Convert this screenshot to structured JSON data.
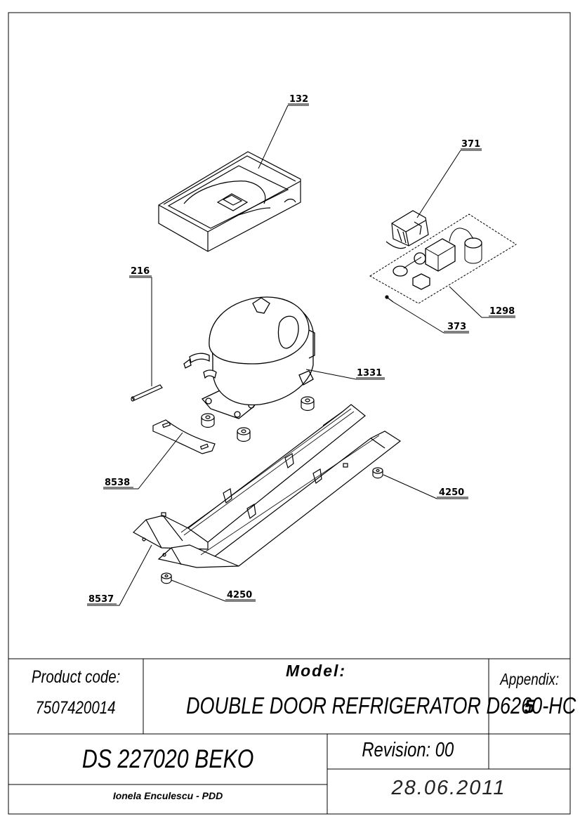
{
  "drawing": {
    "parts": [
      {
        "label": "132",
        "name": "tray-part"
      },
      {
        "label": "371",
        "name": "relay-cover-part"
      },
      {
        "label": "1298",
        "name": "relay-kit-part"
      },
      {
        "label": "373",
        "name": "screw-part"
      },
      {
        "label": "216",
        "name": "tube-part"
      },
      {
        "label": "1331",
        "name": "compressor-part"
      },
      {
        "label": "8538",
        "name": "bracket-part"
      },
      {
        "label": "4250",
        "name": "rubber-grommet-part"
      },
      {
        "label": "8537",
        "name": "base-rail-part"
      },
      {
        "label": "4250",
        "name": "rubber-grommet-part-2"
      }
    ]
  },
  "title_block": {
    "product_code_label": "Product code:",
    "product_code_value": "7507420014",
    "model_label": "Model:",
    "model_value": "DOUBLE DOOR REFRIGERATOR D6260-HC",
    "appendix_label": "Appendix:",
    "appendix_value": "5",
    "ds_number": "DS 227020 BEKO",
    "revision": "Revision: 00",
    "author": "Ionela Enculescu - PDD",
    "date": "28.06.2011"
  }
}
